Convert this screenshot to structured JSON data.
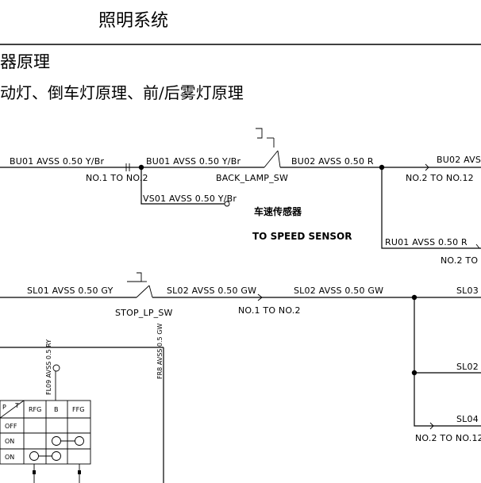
{
  "header": {
    "section_title": "照明系统",
    "heading": "器原理",
    "subheading": "动灯、倒车灯原理、前/后雾灯原理"
  },
  "upper_circuit": {
    "wire_bu01_left": "BU01 AVSS 0.50 Y/Br",
    "conn_no1_no2": "NO.1 TO NO.2",
    "wire_bu01_mid": "BU01 AVSS 0.50 Y/Br",
    "switch_back_lamp": "BACK_LAMP_SW",
    "wire_bu02": "BU02 AVSS 0.50 R",
    "wire_bu02_right": "BU02 AVSS",
    "conn_no2_no12": "NO.2 TO NO.12",
    "wire_vs01": "VS01 AVSS 0.50 Y/Br",
    "speed_sensor_cn": "车速传感器",
    "speed_sensor_en": "TO SPEED SENSOR",
    "wire_ru01": "RU01 AVSS 0.50 R",
    "conn_no2_to": "NO.2 TO"
  },
  "lower_circuit": {
    "wire_sl01": "SL01 AVSS 0.50 GY",
    "switch_stop": "STOP_LP_SW",
    "wire_sl02_a": "SL02 AVSS 0.50 GW",
    "conn_no1_no2": "NO.1 TO NO.2",
    "wire_sl02_b": "SL02 AVSS 0.50 GW",
    "wire_sl03": "SL03",
    "wire_sl02_c": "SL02",
    "wire_sl04": "SL04",
    "conn_no2_no12": "NO.2 TO NO.12"
  },
  "switch_table": {
    "vertical_label_top": "FL09 AVSS 0.5 RY",
    "vertical_label_side": "FR8 AVSS 0.5 GW",
    "header_corner_p": "P",
    "header_corner_t": "T",
    "columns": [
      "RFG",
      "B",
      "FFG"
    ],
    "rows": [
      "OFF",
      "ON",
      "ON"
    ]
  }
}
